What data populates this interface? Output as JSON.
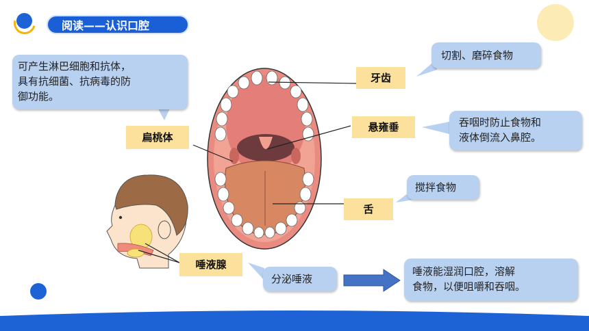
{
  "title": "阅读——认识口腔",
  "colors": {
    "title_bg": "#1b5fd6",
    "callout_bg": "#b9d1f0",
    "label_bg": "#fbe19b",
    "arrow": "#4472c4",
    "accent_yellow": "#fdebb5",
    "accent_blue": "#1e63d6",
    "footer": "#1e63d6"
  },
  "callouts": {
    "tonsil_function": [
      "可产生淋巴细胞和抗体，",
      "具有抗细菌、抗病毒的防",
      "御功能。"
    ],
    "teeth_function": "切割、磨碎食物",
    "uvula_function": [
      "吞咽时防止食物和",
      "液体倒流入鼻腔。"
    ],
    "tongue_function": "搅拌食物",
    "gland_function": "分泌唾液",
    "saliva_function": [
      "唾液能湿润口腔，溶解",
      "食物，以便咀嚼和吞咽。"
    ]
  },
  "labels": {
    "teeth": "牙齿",
    "uvula": "悬雍垂",
    "tonsil": "扁桃体",
    "tongue": "舌",
    "salivary_gland": "唾液腺"
  }
}
